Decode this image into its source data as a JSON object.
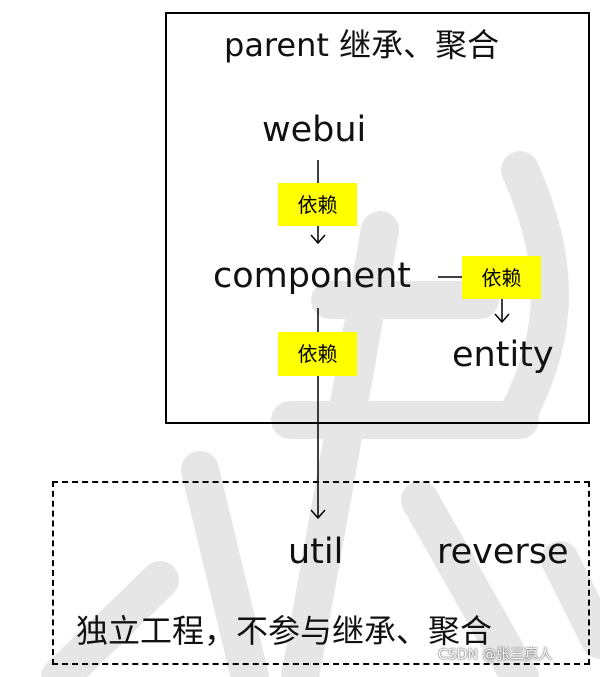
{
  "parent_box": {
    "title": "parent 继承、聚合"
  },
  "nodes": {
    "webui": "webui",
    "component": "component",
    "entity": "entity",
    "util": "util",
    "reverse": "reverse"
  },
  "edges": {
    "webui_to_component": "依赖",
    "component_to_entity": "依赖",
    "component_to_util": "依赖"
  },
  "standalone_box": {
    "title": "独立工程，不参与继承、聚合"
  },
  "watermark": {
    "credit": "CSDN @张三真人"
  },
  "colors": {
    "tag_background": "#ffff00",
    "line": "#000000",
    "watermark": "#e8e8e8"
  }
}
